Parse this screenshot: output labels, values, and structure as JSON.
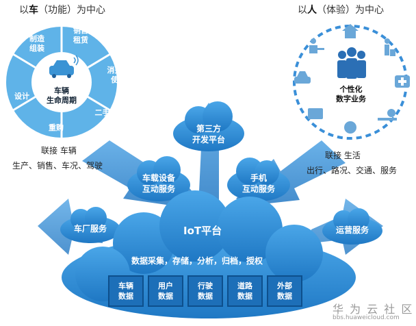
{
  "left": {
    "title_prefix": "以",
    "title_bold": "车",
    "title_suffix": "（功能）为中心",
    "segments": [
      "制造\n组装",
      "销售\n租赁",
      "消费者\n使用",
      "二手车",
      "重购",
      "设计"
    ],
    "hub": "车辆\n生命周期",
    "caption_line1": "联接 车辆",
    "caption_line2": "生产、销售、车况、驾驶"
  },
  "right": {
    "title_prefix": "以",
    "title_bold": "人",
    "title_suffix": "（体验）为中心",
    "hub": "个性化\n数字业务",
    "caption_line1": "联接 生活",
    "caption_line2": "出行、路况、交通、服务"
  },
  "clouds": {
    "third_party": "第三方\n开发平台",
    "vehicle_device": "车载设备\n互动服务",
    "mobile": "手机\n互动服务",
    "factory": "车厂服务",
    "operation": "运营服务"
  },
  "iot": {
    "title": "IoT平台",
    "subtitle": "数据采集，存储，分析，归档，授权",
    "boxes": [
      "车辆\n数据",
      "用户\n数据",
      "行驶\n数据",
      "道路\n数据",
      "外部\n数据"
    ]
  },
  "watermark": {
    "brand": "华 为 云 社 区",
    "url": "bbs.huaweicloud.com"
  },
  "colors": {
    "cloud_blue": "#2b8fd6",
    "ring_light": "#5fb3e8",
    "ring_dark": "#3a93d4",
    "dashed_ring": "#3a8fd8",
    "arrow_blue": "#3d8fd6"
  }
}
